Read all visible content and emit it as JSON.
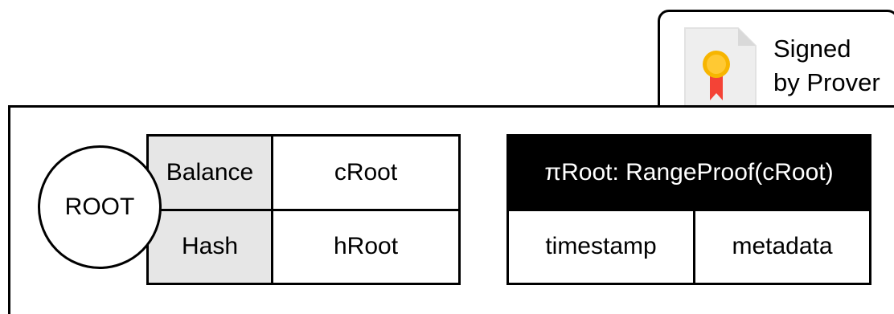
{
  "signed_badge": {
    "line1": "Signed",
    "line2": "by Prover",
    "icon": "certificate-icon"
  },
  "root_node": {
    "label": "ROOT"
  },
  "commitment_table": {
    "rows": [
      {
        "key": "Balance",
        "value": "cRoot"
      },
      {
        "key": "Hash",
        "value": "hRoot"
      }
    ],
    "key_background": "#e6e6e6"
  },
  "proof_table": {
    "header": "πRoot: RangeProof(cRoot)",
    "fields": [
      "timestamp",
      "metadata"
    ],
    "header_background": "#000000"
  },
  "colors": {
    "ribbon_gold": "#f7b500",
    "ribbon_red": "#f44336",
    "doc_gray": "#eeeeee"
  }
}
